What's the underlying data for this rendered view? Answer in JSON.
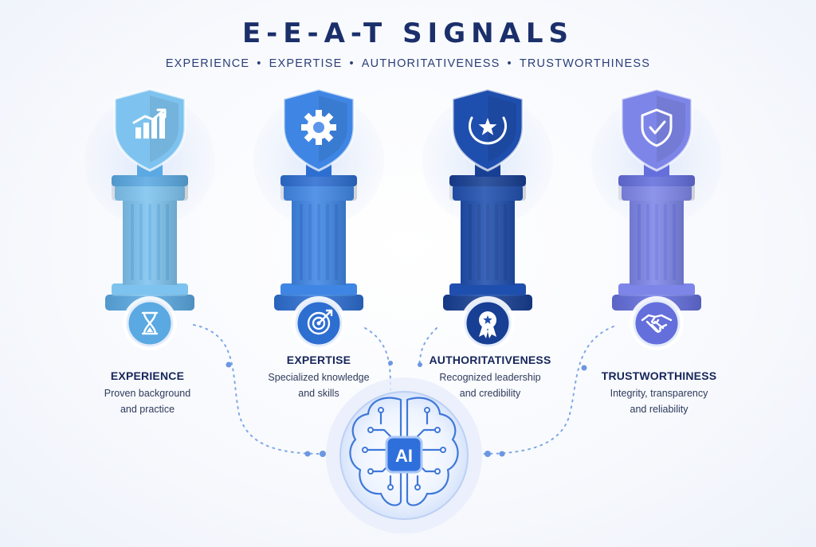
{
  "header": {
    "title": "E-E-A-T SIGNALS",
    "subtitle_items": [
      "EXPERIENCE",
      "EXPERTISE",
      "AUTHORITATIVENESS",
      "TRUSTWORTHINESS"
    ],
    "separator": "•"
  },
  "pillars": [
    {
      "name": "EXPERIENCE",
      "desc_line1": "Proven background",
      "desc_line2": "and practice",
      "shield_icon": "growth-chart-icon",
      "badge_icon": "hourglass-icon",
      "color": "#7ec3ef",
      "color_dark": "#5aa9e2"
    },
    {
      "name": "EXPERTISE",
      "desc_line1": "Specialized knowledge",
      "desc_line2": "and skills",
      "shield_icon": "gear-icon",
      "badge_icon": "target-icon",
      "color": "#3f86e4",
      "color_dark": "#2d6ed1"
    },
    {
      "name": "AUTHORITATIVENESS",
      "desc_line1": "Recognized leadership",
      "desc_line2": "and credibility",
      "shield_icon": "laurel-star-icon",
      "badge_icon": "award-ribbon-icon",
      "color": "#1f4fae",
      "color_dark": "#173f93"
    },
    {
      "name": "TRUSTWORTHINESS",
      "desc_line1": "Integrity, transparency",
      "desc_line2": "and reliability",
      "shield_icon": "shield-check-icon",
      "badge_icon": "handshake-icon",
      "color": "#7d86e8",
      "color_dark": "#646fdc"
    }
  ],
  "center": {
    "label": "AI",
    "icon": "brain-circuit-icon"
  }
}
